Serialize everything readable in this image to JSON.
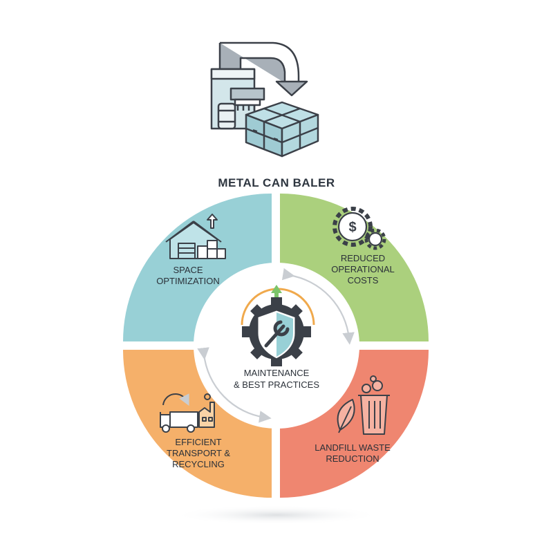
{
  "title": "METAL CAN BALER",
  "colors": {
    "space": "#98d0d6",
    "costs": "#abd07d",
    "transport": "#f5b06a",
    "landfill": "#ef8670",
    "outline": "#3b4048",
    "accent_green": "#7cc46a",
    "accent_orange": "#f0a94c",
    "ring_arrow": "#c9cdd2"
  },
  "quadrants": {
    "space": {
      "line1": "SPACE",
      "line2": "OPTIMIZATION",
      "icon": "warehouse-icon"
    },
    "costs": {
      "line1": "REDUCED",
      "line2": "OPERATIONAL",
      "line3": "COSTS",
      "icon": "dollar-gears-icon"
    },
    "transport": {
      "line1": "EFFICIENT",
      "line2": "TRANSPORT &",
      "line3": "RECYCLING",
      "icon": "truck-factory-icon"
    },
    "landfill": {
      "line1": "LANDFILL WASTE",
      "line2": "REDUCTION",
      "icon": "trash-leaf-icon"
    }
  },
  "center": {
    "line1": "MAINTENANCE",
    "line2": "& BEST PRACTICES",
    "icon": "gear-shield-wrench-icon"
  },
  "hero_icon": "baler-machine-icon"
}
